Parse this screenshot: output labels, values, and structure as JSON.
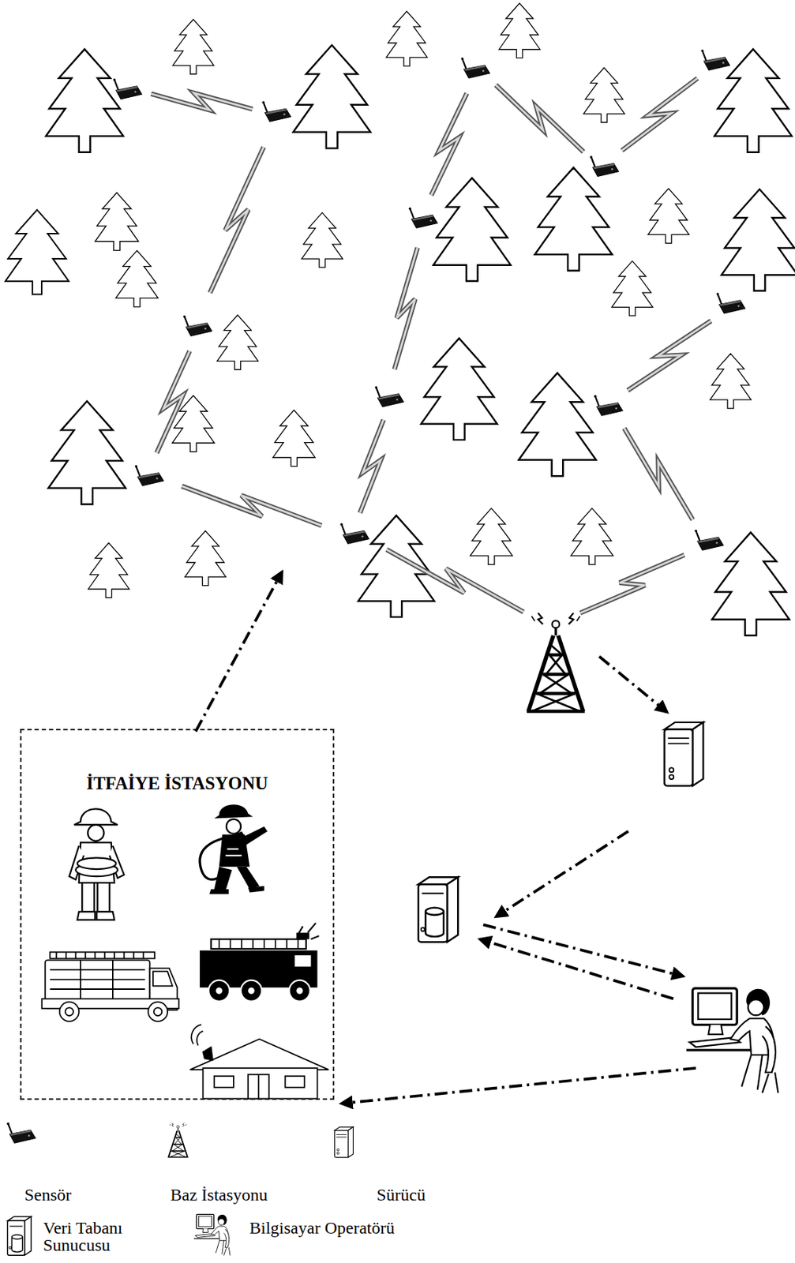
{
  "diagram": {
    "nodes": [
      {
        "text": [
          "İTFAİYE İSTASYONU"
        ]
      }
    ],
    "legend": [
      {
        "text": "Sensör"
      },
      {
        "text": "Baz İstasyonu"
      },
      {
        "text": "Sürücü"
      },
      {
        "text": "Veri Tabanı Sunucusu"
      },
      {
        "text": "Bilgisayar Operatörü"
      }
    ]
  }
}
